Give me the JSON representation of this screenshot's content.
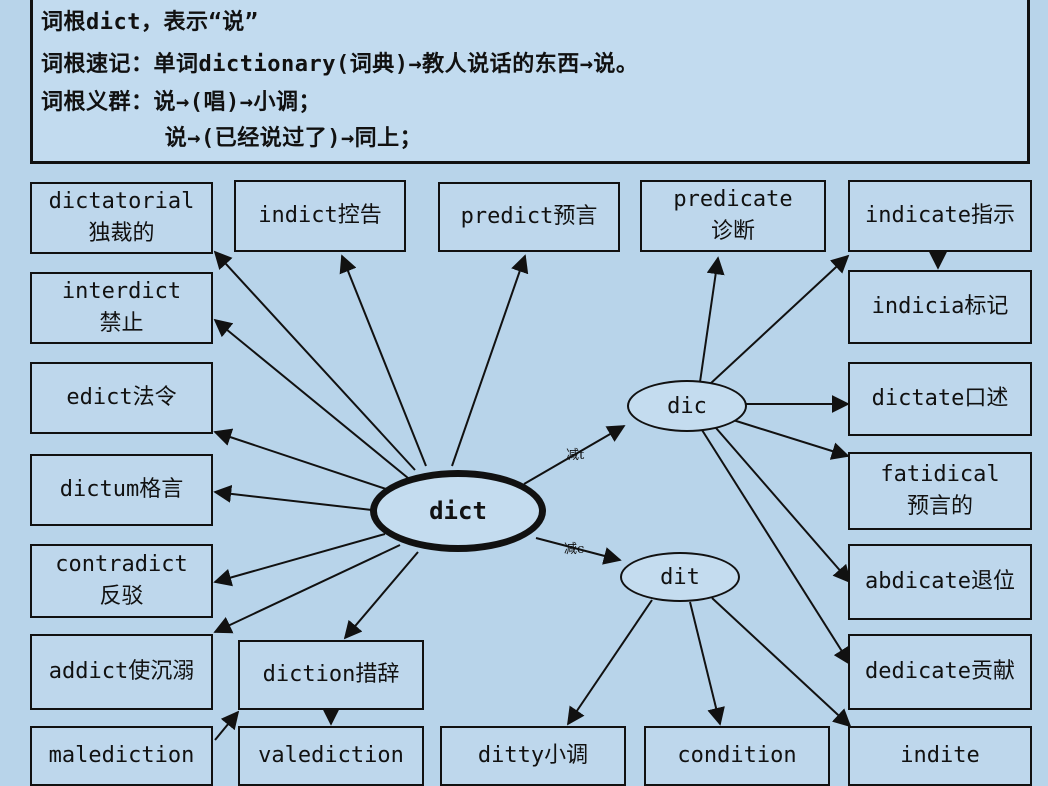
{
  "header": {
    "line1": "词根dict，表示“说”",
    "line2": "词根速记：单词dictionary(词典)→教人说话的东西→说。",
    "line3": "词根义群：说→(唱)→小调；",
    "line4": "         说→(已经说过了)→同上；"
  },
  "center": {
    "label": "dict"
  },
  "subroots": [
    {
      "id": "dic",
      "label": "dic",
      "edge_label": "减t"
    },
    {
      "id": "dit",
      "label": "dit",
      "edge_label": "减c"
    }
  ],
  "words": [
    {
      "id": "dictatorial",
      "lines": [
        "dictatorial",
        "独裁的"
      ]
    },
    {
      "id": "indict",
      "lines": [
        "indict控告"
      ]
    },
    {
      "id": "predict",
      "lines": [
        "predict预言"
      ]
    },
    {
      "id": "predicate",
      "lines": [
        "predicate",
        "诊断"
      ]
    },
    {
      "id": "indicate",
      "lines": [
        "indicate指示"
      ]
    },
    {
      "id": "interdict",
      "lines": [
        "interdict",
        "禁止"
      ]
    },
    {
      "id": "indicia",
      "lines": [
        "indicia标记"
      ]
    },
    {
      "id": "edict",
      "lines": [
        "edict法令"
      ]
    },
    {
      "id": "dictate",
      "lines": [
        "dictate口述"
      ]
    },
    {
      "id": "dictum",
      "lines": [
        "dictum格言"
      ]
    },
    {
      "id": "fatidical",
      "lines": [
        "fatidical",
        "预言的"
      ]
    },
    {
      "id": "contradict",
      "lines": [
        "contradict",
        "反驳"
      ]
    },
    {
      "id": "abdicate",
      "lines": [
        "abdicate退位"
      ]
    },
    {
      "id": "addict",
      "lines": [
        "addict使沉溺"
      ]
    },
    {
      "id": "diction",
      "lines": [
        "diction措辞"
      ]
    },
    {
      "id": "dedicate",
      "lines": [
        "dedicate贡献"
      ]
    },
    {
      "id": "malediction",
      "lines": [
        "malediction"
      ]
    },
    {
      "id": "valediction",
      "lines": [
        "valediction"
      ]
    },
    {
      "id": "ditty",
      "lines": [
        "ditty小调"
      ]
    },
    {
      "id": "condition",
      "lines": [
        "condition"
      ]
    },
    {
      "id": "indite",
      "lines": [
        "indite"
      ]
    }
  ],
  "colors": {
    "background": "#b8d4ea",
    "ink": "#111111"
  }
}
